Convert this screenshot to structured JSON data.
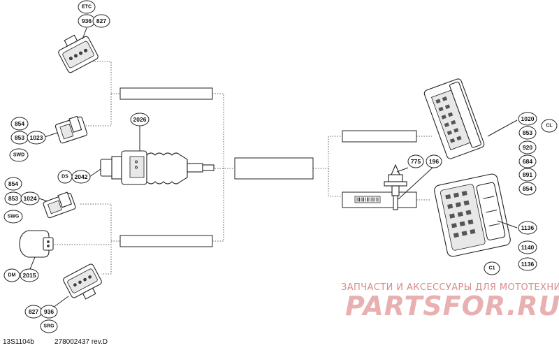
{
  "diagram": {
    "callouts": {
      "etc": "ETC",
      "n936_top": "936",
      "n827_top": "827",
      "n854_a": "854",
      "n853_a": "853",
      "n1023": "1023",
      "swd": "SWD",
      "n2026": "2026",
      "ds": "DS",
      "n2042": "2042",
      "n854_b": "854",
      "n853_b": "853",
      "n1024": "1024",
      "swg": "SWG",
      "dm": "DM",
      "n2015": "2015",
      "n827_bot": "827",
      "n936_bot": "936",
      "srg": "SRG",
      "n775": "775",
      "n196": "196",
      "n1020": "1020",
      "cl": "CL",
      "n853_c": "853",
      "n920": "920",
      "n684": "684",
      "n891": "891",
      "n854_c": "854",
      "n1136_a": "1136",
      "n1140": "1140",
      "n1136_b": "1136",
      "c1": "C1"
    },
    "figure_id": "13S1104b",
    "part_number": "278002437 rev.D"
  },
  "watermark": {
    "caption": "ЗАПЧАСТИ И АКСЕССУАРЫ ДЛЯ МОТОТЕХНИКИ",
    "brand": "PARTSFOR.RU",
    "color": "#e08c8c"
  }
}
